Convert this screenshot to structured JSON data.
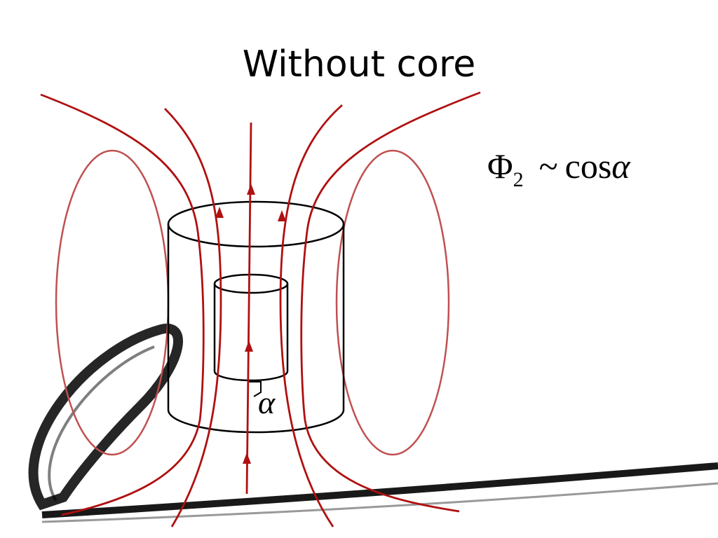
{
  "slide": {
    "title": "Without core",
    "formula": {
      "symbol": "Φ",
      "subscript": "2",
      "relation": "~",
      "func": "cos",
      "variable": "α"
    },
    "angle_label": "α"
  },
  "colors": {
    "field_line": "#b01010",
    "loop": "#c05050",
    "coil": "#000000",
    "swoosh": "#000000"
  }
}
